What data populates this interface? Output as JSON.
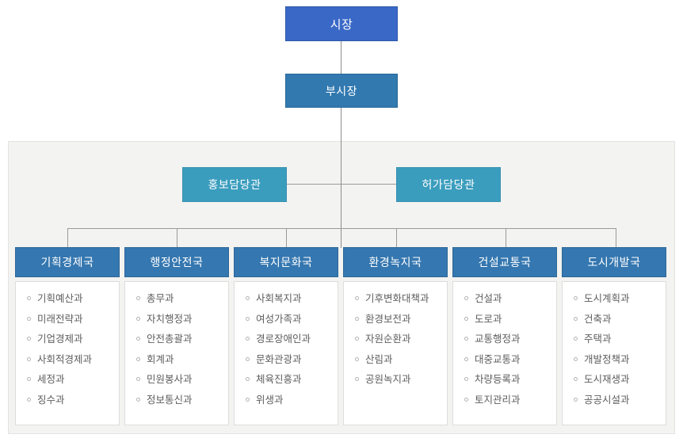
{
  "chart_title": "",
  "colors": {
    "mayor_box": "#3a68c6",
    "vice_mayor_box": "#3279b0",
    "staff_box": "#3b9dbe",
    "department_header": "#3577b0",
    "panel_background": "#f3f3f1",
    "list_background": "#ffffff",
    "connector_line": "#8c8c8c",
    "item_text": "#5d5d5d"
  },
  "top": {
    "mayor": "시장",
    "vice_mayor": "부시장"
  },
  "staff_offices": [
    {
      "label": "홍보담당관"
    },
    {
      "label": "허가담당관"
    }
  ],
  "departments": [
    {
      "name": "기획경제국",
      "items": [
        "기획예산과",
        "미래전략과",
        "기업경제과",
        "사회적경제과",
        "세정과",
        "징수과"
      ]
    },
    {
      "name": "행정안전국",
      "items": [
        "총무과",
        "자치행정과",
        "안전총괄과",
        "회계과",
        "민원봉사과",
        "정보통신과"
      ]
    },
    {
      "name": "복지문화국",
      "items": [
        "사회복지과",
        "여성가족과",
        "경로장애인과",
        "문화관광과",
        "체육진흥과",
        "위생과"
      ]
    },
    {
      "name": "환경녹지국",
      "items": [
        "기후변화대책과",
        "환경보전과",
        "자원순환과",
        "산림과",
        "공원녹지과"
      ]
    },
    {
      "name": "건설교통국",
      "items": [
        "건설과",
        "도로과",
        "교통행정과",
        "대중교통과",
        "차량등록과",
        "토지관리과"
      ]
    },
    {
      "name": "도시개발국",
      "items": [
        "도시계획과",
        "건축과",
        "주택과",
        "개발정책과",
        "도시재생과",
        "공공시설과"
      ]
    }
  ],
  "icons": {
    "bullet": "circle-outline-icon"
  }
}
